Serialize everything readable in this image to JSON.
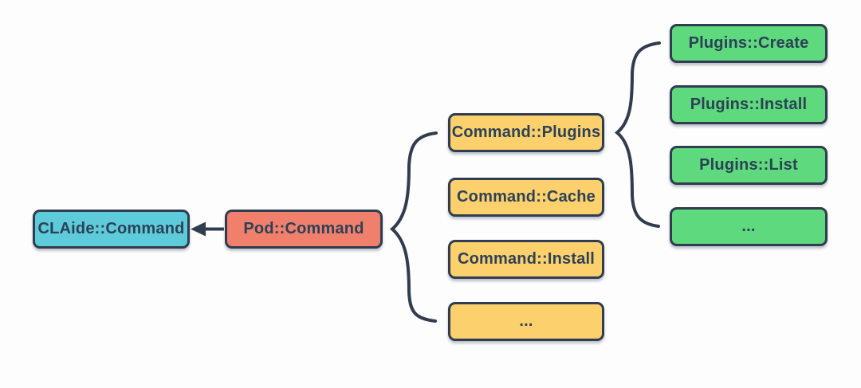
{
  "diagram": {
    "title_hidden": "",
    "colors": {
      "background": "#fdfdfd",
      "stroke": "#303c4f",
      "text": "#2c4156",
      "claide_fill": "#5ecbdb",
      "pod_fill": "#f0806c",
      "command_fill": "#fcd06d",
      "plugin_fill": "#5fd97d"
    },
    "nodes": {
      "claide": {
        "label": "CLAide::Command"
      },
      "pod": {
        "label": "Pod::Command"
      },
      "commands": [
        {
          "label": "Command::Plugins"
        },
        {
          "label": "Command::Cache"
        },
        {
          "label": "Command::Install"
        },
        {
          "label": "..."
        }
      ],
      "plugins": [
        {
          "label": "Plugins::Create"
        },
        {
          "label": "Plugins::Install"
        },
        {
          "label": "Plugins::List"
        },
        {
          "label": "..."
        }
      ]
    },
    "connectors": {
      "inheritance_arrow": "Pod::Command inherits from CLAide::Command",
      "brace_commands": "Pod::Command groups subcommands",
      "brace_plugins": "Command::Plugins groups plugin subcommands"
    }
  }
}
